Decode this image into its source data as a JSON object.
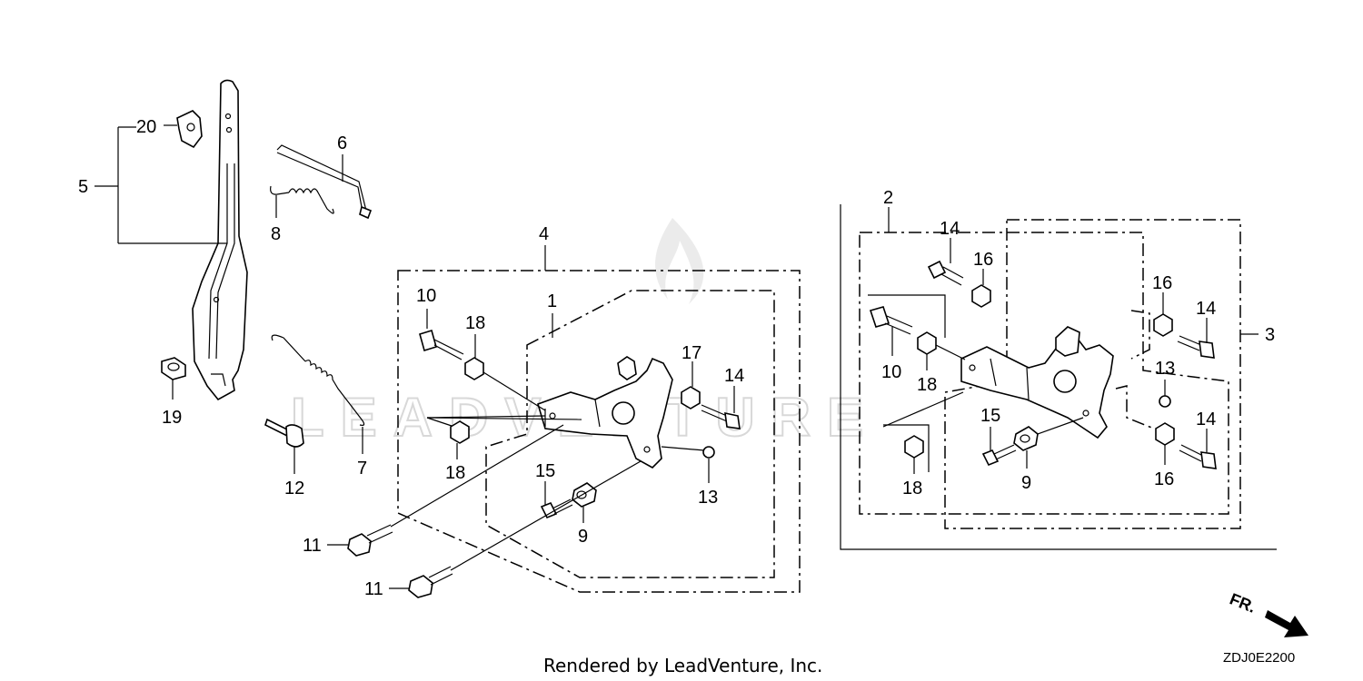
{
  "watermark": {
    "text": "LEADVENTURE"
  },
  "footer": {
    "credit": "Rendered by LeadVenture, Inc.",
    "diagram_code": "ZDJ0E2200",
    "direction_label": "FR."
  },
  "callouts": {
    "c20": "20",
    "c5": "5",
    "c6": "6",
    "c8": "8",
    "c19": "19",
    "c12": "12",
    "c7": "7",
    "c4": "4",
    "c1": "1",
    "c10a": "10",
    "c18a": "18",
    "c18b": "18",
    "c17": "17",
    "c14a": "14",
    "c13a": "13",
    "c15a": "15",
    "c9a": "9",
    "c11a": "11",
    "c11b": "11",
    "c2": "2",
    "c3": "3",
    "c14b": "14",
    "c16a": "16",
    "c10b": "10",
    "c18c": "18",
    "c16b": "16",
    "c14c": "14",
    "c13b": "13",
    "c15b": "15",
    "c9b": "9",
    "c18d": "18",
    "c14d": "14",
    "c16c": "16"
  },
  "colors": {
    "line": "#000000",
    "watermark": "#cfcfcf",
    "background": "#ffffff"
  }
}
